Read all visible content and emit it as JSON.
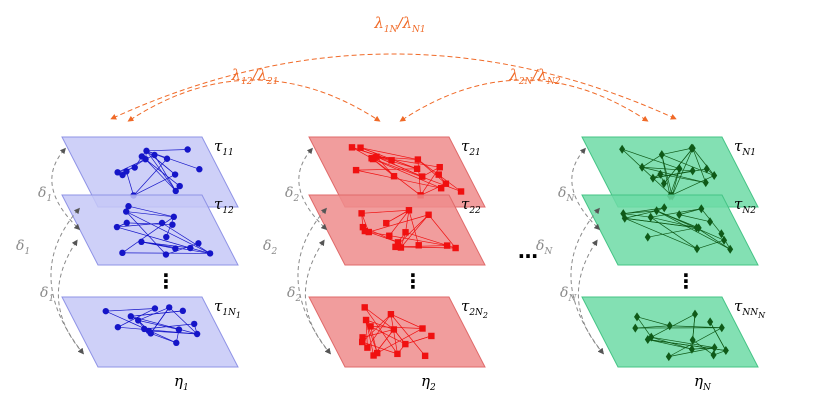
{
  "colors": {
    "blue_fill": "#c5c8f7",
    "blue_stroke": "#8f93e6",
    "blue_node": "#1515c8",
    "red_fill": "#ef8c8c",
    "red_stroke": "#e06a6a",
    "red_node": "#f01010",
    "green_fill": "#6ddba6",
    "green_stroke": "#45c486",
    "green_node": "#0f5a18",
    "coupling": "#f06a28",
    "delta": "#8a8a8a"
  },
  "couplings": {
    "outer": {
      "sym": "λ",
      "s1": "1N",
      "sep": "/",
      "s2": "N1"
    },
    "left": {
      "sym": "λ",
      "s1": "12",
      "sep": "/",
      "s2": "21"
    },
    "right": {
      "sym": "λ",
      "s1": "2N",
      "sep": "/",
      "s2": "N2"
    }
  },
  "stacks": [
    {
      "id": "blue",
      "node_shape": "circle",
      "name": {
        "sym": "η",
        "sub": "1"
      },
      "layers": [
        {
          "sym": "τ",
          "sub": "11"
        },
        {
          "sym": "τ",
          "sub": "12"
        },
        {
          "sym": "τ",
          "sub": "1N",
          "subsub": "1"
        }
      ],
      "deltas": [
        {
          "sym": "δ",
          "sub": "1"
        },
        {
          "sym": "δ",
          "sub": "1"
        },
        {
          "sym": "δ",
          "sub": "1"
        }
      ]
    },
    {
      "id": "red",
      "node_shape": "square",
      "name": {
        "sym": "η",
        "sub": "2"
      },
      "layers": [
        {
          "sym": "τ",
          "sub": "21"
        },
        {
          "sym": "τ",
          "sub": "22"
        },
        {
          "sym": "τ",
          "sub": "2N",
          "subsub": "2"
        }
      ],
      "deltas": [
        {
          "sym": "δ",
          "sub": "2"
        },
        {
          "sym": "δ",
          "sub": "2"
        },
        {
          "sym": "δ",
          "sub": "2"
        }
      ]
    },
    {
      "id": "green",
      "node_shape": "diamond",
      "name": {
        "sym": "η",
        "sub": "N"
      },
      "layers": [
        {
          "sym": "τ",
          "sub": "N1"
        },
        {
          "sym": "τ",
          "sub": "N2"
        },
        {
          "sym": "τ",
          "sub": "NN",
          "subsub": "N"
        }
      ],
      "deltas": [
        {
          "sym": "δ",
          "sub": "N"
        },
        {
          "sym": "δ",
          "sub": "N"
        },
        {
          "sym": "δ",
          "sub": "N"
        }
      ]
    }
  ],
  "ellipsis": "⋮",
  "between_ellipsis": "…"
}
